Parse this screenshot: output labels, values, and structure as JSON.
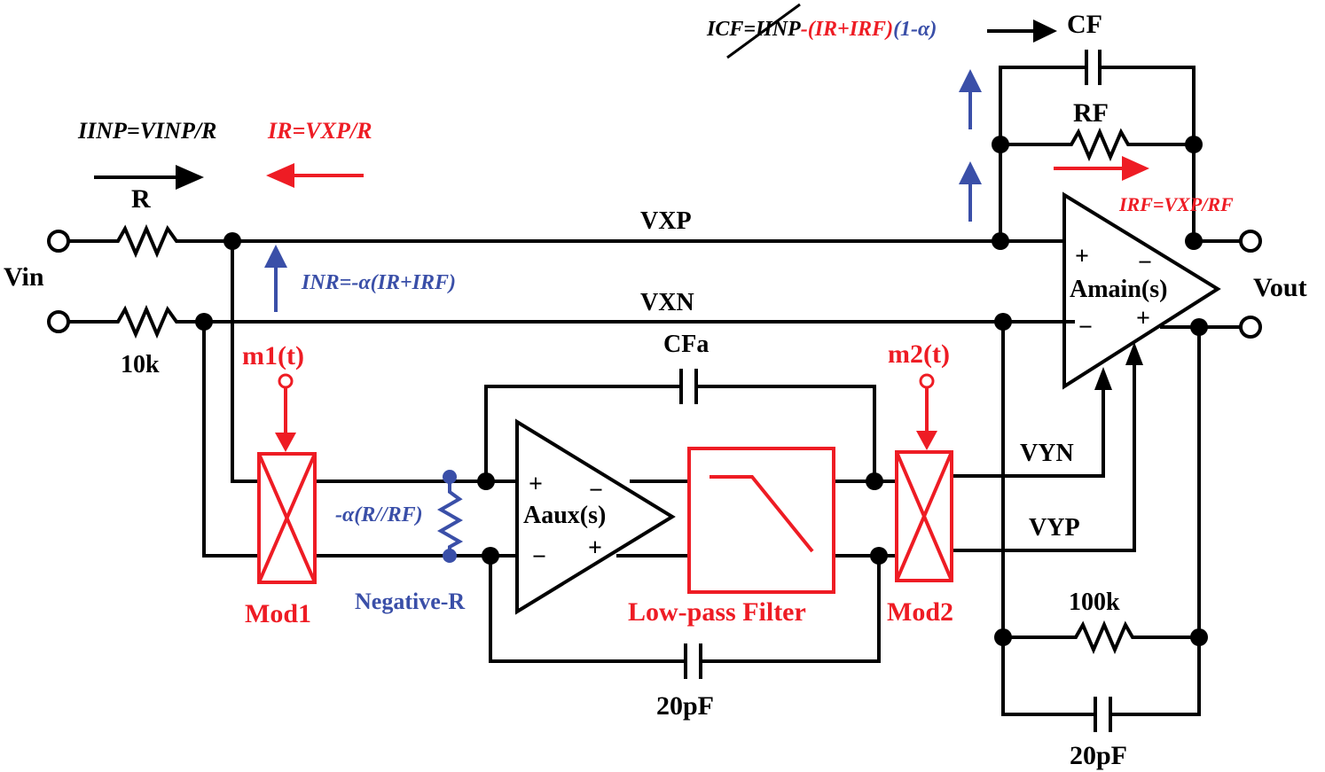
{
  "colors": {
    "wire": "#000000",
    "red": "#ee1c24",
    "blue": "#3a4fa8"
  },
  "labels": {
    "vin": "Vin",
    "vout": "Vout",
    "r": "R",
    "r10k": "10k",
    "vxp": "VXP",
    "vxn": "VXN",
    "cf": "CF",
    "rf": "RF",
    "amain": "Amain(s)",
    "aux": "Aaux(s)",
    "cfa": "CFa",
    "m1": "m1(t)",
    "m2": "m2(t)",
    "mod1": "Mod1",
    "mod2": "Mod2",
    "neg_r": "Negative-R",
    "neg_r_value": "-α(R//RF)",
    "lpf": "Low-pass Filter",
    "vyn": "VYN",
    "vyp": "VYP",
    "r100k": "100k",
    "c20pf_aux": "20pF",
    "c20pf_out": "20pF",
    "plus": "+",
    "minus": "−"
  },
  "equations": {
    "iinp": "IINP=VINP/R",
    "ir": "IR=VXP/R",
    "inr": "INR=-α(IR+IRF)",
    "icf_prefix": "ICF=IINP",
    "icf_red": "-(IR+IRF)",
    "icf_blue": "(1-α)",
    "irf": "IRF=VXP/RF"
  }
}
